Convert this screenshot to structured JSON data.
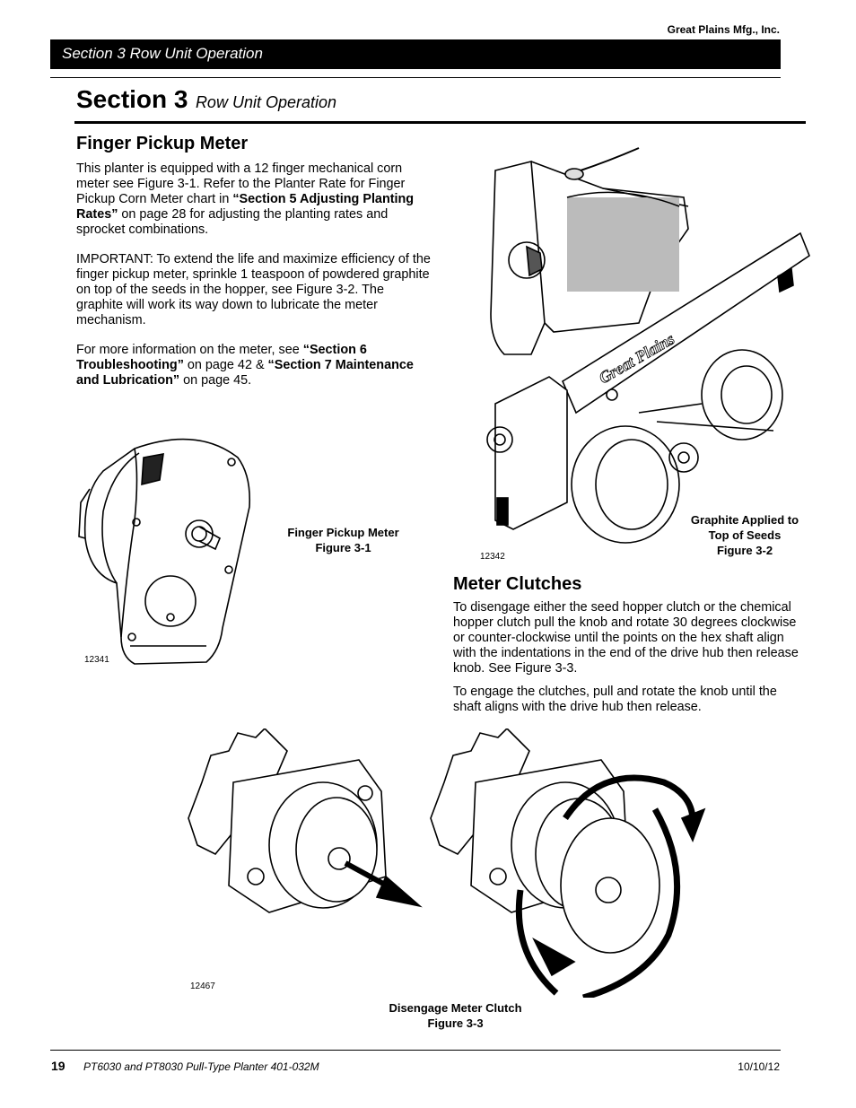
{
  "header": {
    "company": "Great Plains Mfg., Inc.",
    "running_title": "Section 3 Row Unit Operation"
  },
  "section": {
    "number": "Section 3",
    "title": "Row Unit Operation"
  },
  "finger_pickup": {
    "heading": "Finger Pickup Meter",
    "p1_a": "This planter is equipped with a 12 finger mechanical corn meter see Figure 3-1. Refer to the Planter Rate for Finger Pickup Corn Meter chart in ",
    "p1_b": "“Section 5 Adjusting Planting Rates”",
    "p1_c": " on page 28 for adjusting the planting rates and sprocket combinations.",
    "p2": "IMPORTANT: To extend the life and maximize efficiency of the finger pickup meter, sprinkle 1 teaspoon of powdered graphite on top of the seeds in the hopper, see Figure 3-2. The graphite will work its way down to lubricate the meter mechanism.",
    "p3_a": "For more information on the meter, see ",
    "p3_b": "“Section 6 Troubleshooting”",
    "p3_c": " on page 42 & ",
    "p3_d": "“Section 7 Maintenance and Lubrication”",
    "p3_e": " on page 45."
  },
  "figures": {
    "fig1": {
      "caption_title": "Finger Pickup Meter",
      "caption_num": "Figure 3-1",
      "image_num": "12341"
    },
    "fig2": {
      "caption_l1": "Graphite Applied to",
      "caption_l2": "Top of Seeds",
      "caption_num": "Figure 3-2",
      "image_num": "12342",
      "brand_text": "Great Plains"
    },
    "fig3": {
      "caption_title": "Disengage Meter Clutch",
      "caption_num": "Figure 3-3",
      "image_num": "12467"
    }
  },
  "meter_clutches": {
    "heading": "Meter Clutches",
    "p1": "To disengage either the seed hopper clutch or the chemical hopper clutch pull the knob and rotate 30 degrees clockwise or counter-clockwise until the points on the hex shaft align with the indentations in the end of the drive hub then release knob. See Figure 3-3.",
    "p2": "To engage the clutches, pull and rotate the knob until the shaft aligns with the drive hub then release."
  },
  "footer": {
    "page_number": "19",
    "document": "PT6030 and PT8030 Pull-Type Planter   401-032M",
    "date": "10/10/12"
  },
  "icons": {
    "fig1": "finger-pickup-meter-illustration",
    "fig2": "row-unit-hopper-illustration",
    "fig3": "meter-clutch-illustration"
  }
}
